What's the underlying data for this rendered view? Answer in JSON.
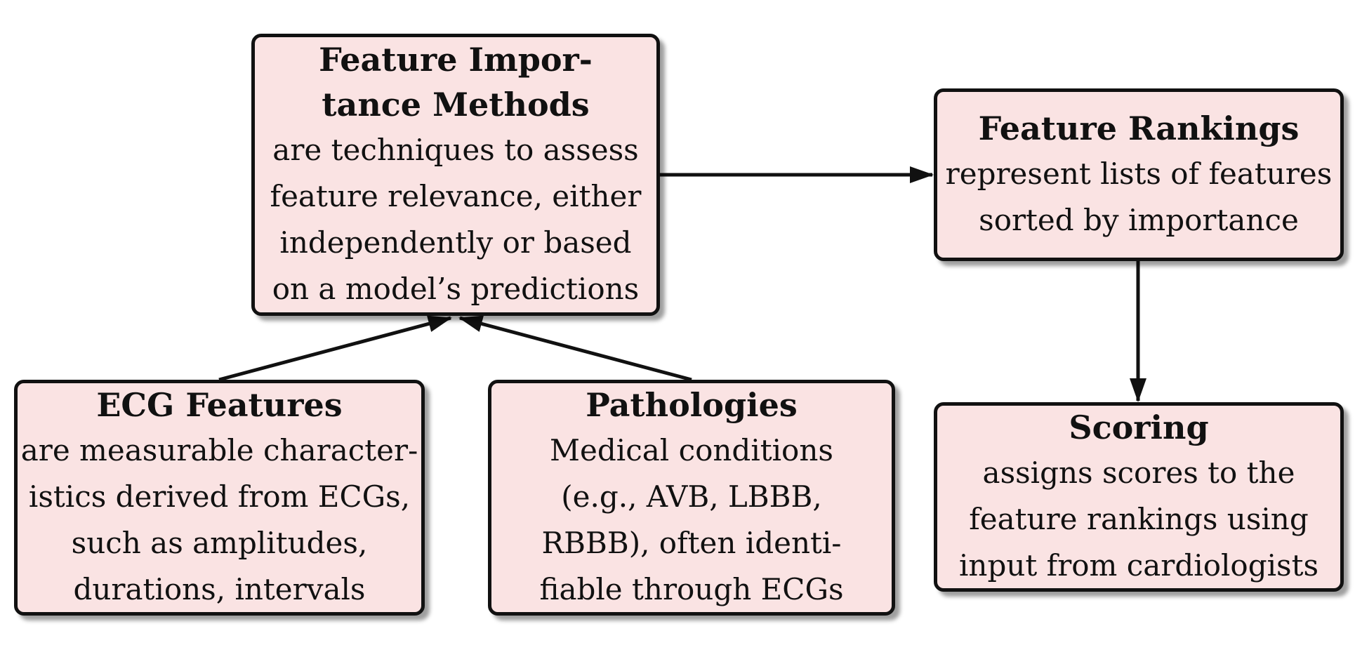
{
  "nodes": {
    "methods": {
      "title_lines": [
        "Feature Impor-",
        "tance Methods"
      ],
      "desc_lines": [
        "are techniques to assess",
        "feature relevance, either",
        "independently or based",
        "on a model’s predictions"
      ]
    },
    "rankings": {
      "title_lines": [
        "Feature Rankings"
      ],
      "desc_lines": [
        "represent lists of features",
        "sorted by importance"
      ]
    },
    "ecg": {
      "title_lines": [
        "ECG Features"
      ],
      "desc_lines": [
        "are measurable character-",
        "istics derived from ECGs,",
        "such as amplitudes,",
        "durations, intervals"
      ]
    },
    "pathologies": {
      "title_lines": [
        "Pathologies"
      ],
      "desc_lines": [
        "Medical conditions",
        "(e.g., AVB, LBBB,",
        "RBBB), often identi-",
        "fiable through ECGs"
      ]
    },
    "scoring": {
      "title_lines": [
        "Scoring"
      ],
      "desc_lines": [
        "assigns scores to the",
        "feature rankings using",
        "input from cardiologists"
      ]
    }
  },
  "edges": [
    {
      "from": "ecg",
      "to": "methods"
    },
    {
      "from": "pathologies",
      "to": "methods"
    },
    {
      "from": "methods",
      "to": "rankings"
    },
    {
      "from": "rankings",
      "to": "scoring"
    }
  ],
  "colors": {
    "node_fill": "#fae3e3",
    "node_border": "#111111",
    "edge": "#111111"
  }
}
